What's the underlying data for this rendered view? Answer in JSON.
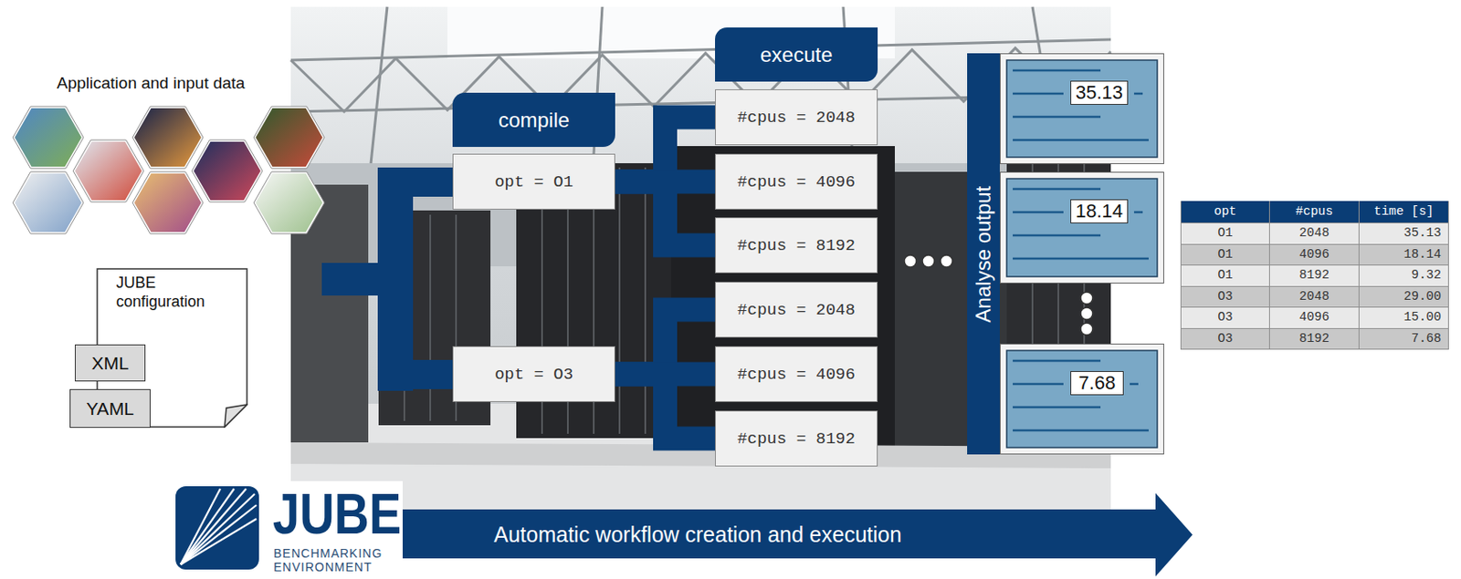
{
  "diagram": {
    "nodes": [
      {
        "text": [
          "JUBE configuration"
        ]
      },
      {
        "text": [
          "XML"
        ],
        "in": 0
      },
      {
        "text": [
          "YAML"
        ],
        "in": 0
      },
      {
        "text": [
          "compile"
        ]
      },
      {
        "text": [
          "opt = O1"
        ]
      },
      {
        "text": [
          "opt = O3"
        ]
      },
      {
        "text": [
          "execute"
        ]
      },
      {
        "text": [
          "#cpus = 2048"
        ]
      },
      {
        "text": [
          "#cpus = 4096"
        ]
      },
      {
        "text": [
          "#cpus = 8192"
        ]
      },
      {
        "text": [
          "#cpus = 2048"
        ]
      },
      {
        "text": [
          "#cpus = 4096"
        ]
      },
      {
        "text": [
          "#cpus = 8192"
        ]
      },
      {
        "text": [
          "Analyse output"
        ]
      },
      {
        "text": [
          "35.13"
        ]
      },
      {
        "text": [
          "18.14"
        ]
      },
      {
        "text": [
          "7.68"
        ]
      },
      {
        "text": [
          "Automatic workflow creation and execution"
        ]
      }
    ],
    "edges": [
      {
        "from": 4,
        "to": 7,
        "arrow": "none"
      },
      {
        "from": 4,
        "to": 8,
        "arrow": "none"
      },
      {
        "from": 4,
        "to": 9,
        "arrow": "none"
      },
      {
        "from": 5,
        "to": 10,
        "arrow": "none"
      },
      {
        "from": 5,
        "to": 11,
        "arrow": "none"
      },
      {
        "from": 5,
        "to": 12,
        "arrow": "none"
      }
    ],
    "labels": [
      "Application and input data",
      "JUBE",
      "BENCHMARKING",
      "ENVIRONMENT",
      "opt",
      "#cpus",
      "time [s]",
      "O1",
      "2048",
      "35.13",
      "O1",
      "4096",
      "18.14",
      "O1",
      "8192",
      "9.32",
      "O3",
      "2048",
      "29.00",
      "O3",
      "4096",
      "15.00",
      "O3",
      "8192",
      "7.68"
    ]
  }
}
